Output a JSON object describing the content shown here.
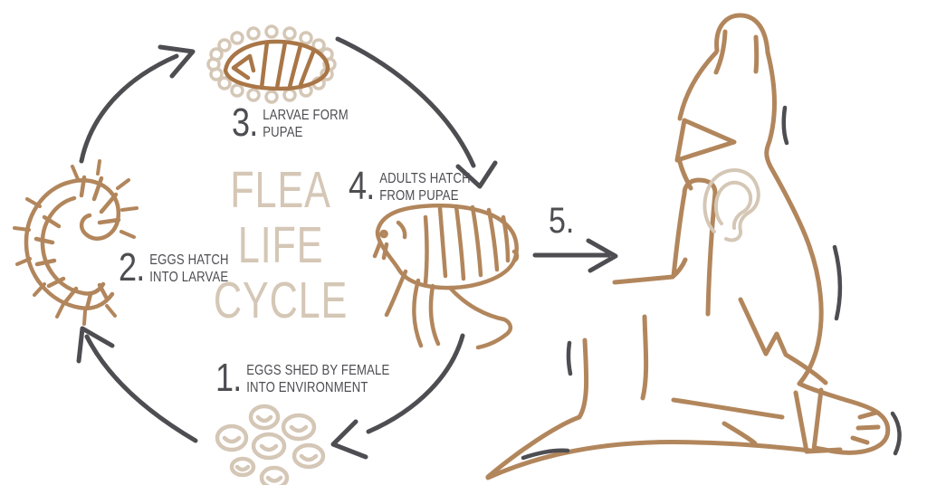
{
  "title": {
    "line1": "FLEA",
    "line2": "LIFE",
    "line3": "CYCLE"
  },
  "stages": {
    "s1": {
      "number": "1.",
      "line1": "EGGS SHED BY FEMALE",
      "line2": "INTO ENVIRONMENT"
    },
    "s2": {
      "number": "2.",
      "line1": "EGGS HATCH",
      "line2": "INTO LARVAE"
    },
    "s3": {
      "number": "3.",
      "line1": "LARVAE FORM",
      "line2": "PUPAE"
    },
    "s4": {
      "number": "4.",
      "line1": "ADULTS HATCH",
      "line2": "FROM PUPAE"
    },
    "s5": {
      "number": "5."
    }
  },
  "figures": {
    "eggs": "egg-cluster-illustration",
    "larva": "larva-illustration",
    "pupa": "pupa-cocoon-illustration",
    "adult": "adult-flea-illustration",
    "host": "dog-host-illustration"
  },
  "colors": {
    "line_brown": "#b2865c",
    "accent_beige": "#d5c7b6",
    "ink_dark": "#4d4d52",
    "background": "#ffffff"
  }
}
